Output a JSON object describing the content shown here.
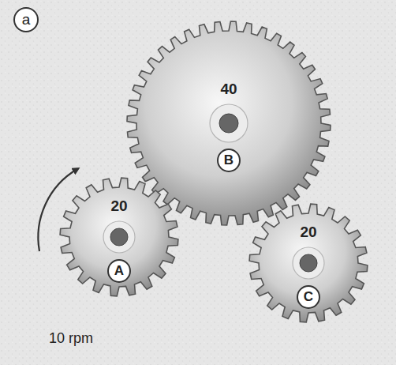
{
  "diagram": {
    "nodes": [
      {
        "text": [
          "40",
          "B"
        ]
      },
      {
        "text": [
          "20",
          "A"
        ]
      },
      {
        "text": [
          "20",
          "C"
        ]
      }
    ],
    "labels": [
      "a",
      "10 rpm"
    ]
  }
}
